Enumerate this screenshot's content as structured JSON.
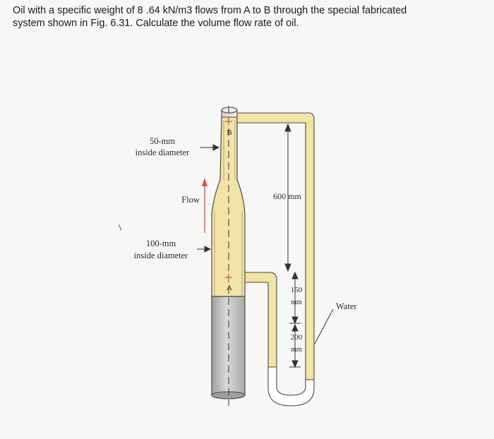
{
  "question": {
    "line1": "Oil with a specific weight of 8 .64 kN/m3 flows from A to B through the special fabricated",
    "line2": "system shown in Fig. 6.31. Calculate the volume flow rate of oil."
  },
  "figure": {
    "labels": {
      "top_diameter_line1": "50-mm",
      "top_diameter_line2": "inside diameter",
      "flow": "Flow",
      "bottom_diameter_line1": "100-mm",
      "bottom_diameter_line2": "inside diameter",
      "point_b": "B",
      "point_a": "A",
      "dim_600": "600 mm",
      "dim_150_value": "150",
      "dim_150_unit": "mm",
      "dim_200_value": "200",
      "dim_200_unit": "mm",
      "water": "Water"
    },
    "colors": {
      "oil_fill": "#f2e3a6",
      "water_fill": "#ffffff",
      "pipe_gray": "#b9bbb8",
      "outline": "#4a4a4a",
      "flow_arrow": "#d9534f"
    }
  }
}
